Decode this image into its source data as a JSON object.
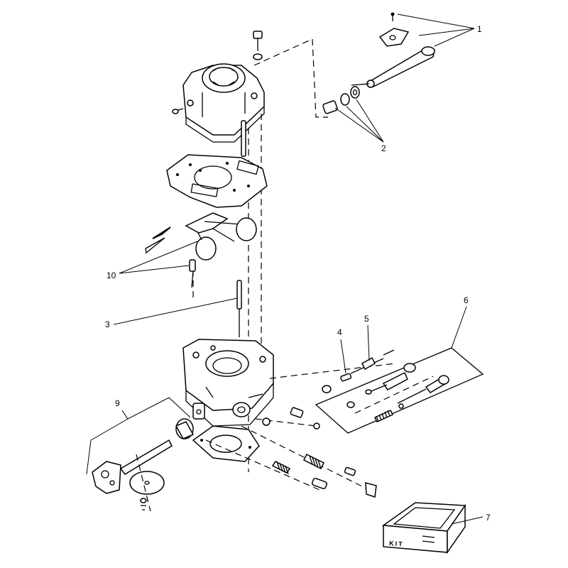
{
  "callouts": {
    "c1": "1",
    "c2": "2",
    "c3": "3",
    "c4": "4",
    "c5": "5",
    "c6": "6",
    "c7": "7",
    "c9": "9",
    "c10": "10"
  },
  "kit_box": {
    "label": "KIT"
  },
  "colors": {
    "line": "#000000",
    "background": "#ffffff"
  }
}
